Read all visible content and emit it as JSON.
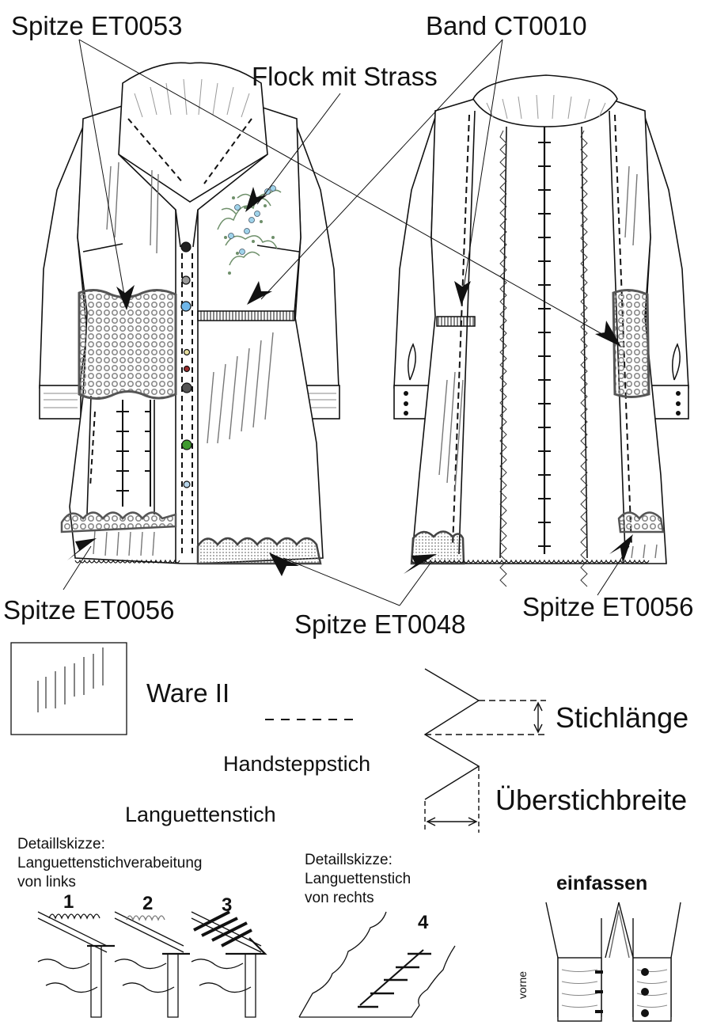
{
  "callouts": {
    "spitze_et0053": "Spitze ET0053",
    "band_ct0010": "Band CT0010",
    "flock_mit_strass": "Flock mit Strass",
    "spitze_et0056_left": "Spitze ET0056",
    "spitze_et0048": "Spitze ET0048",
    "spitze_et0056_right": "Spitze ET0056"
  },
  "legend": {
    "ware_ii": "Ware II",
    "handsteppstich": "Handsteppstich",
    "languettenstich": "Languettenstich",
    "stichlaenge": "Stichlänge",
    "ueberstichbreite": "Überstichbreite"
  },
  "details": {
    "left_title": "Detaillskizze:",
    "left_line2": "Languettenstichverabeitung",
    "left_line3": "von links",
    "right_title": "Detaillskizze:",
    "right_line2": "Languettenstich",
    "right_line3": "von rechts",
    "step1": "1",
    "step2": "2",
    "step3": "3",
    "step4": "4",
    "einfassen": "einfassen",
    "vorne": "vorne"
  },
  "colors": {
    "line": "#111111",
    "lace": "#8a8a8a",
    "lace_dark": "#555555",
    "flock": "#6e8f6a",
    "strass": "#9fd3ea",
    "button_grey": "#9a9a9a",
    "button_blue": "#6fb6e8",
    "button_green": "#3f9a2f",
    "button_red": "#9a2a2a"
  }
}
